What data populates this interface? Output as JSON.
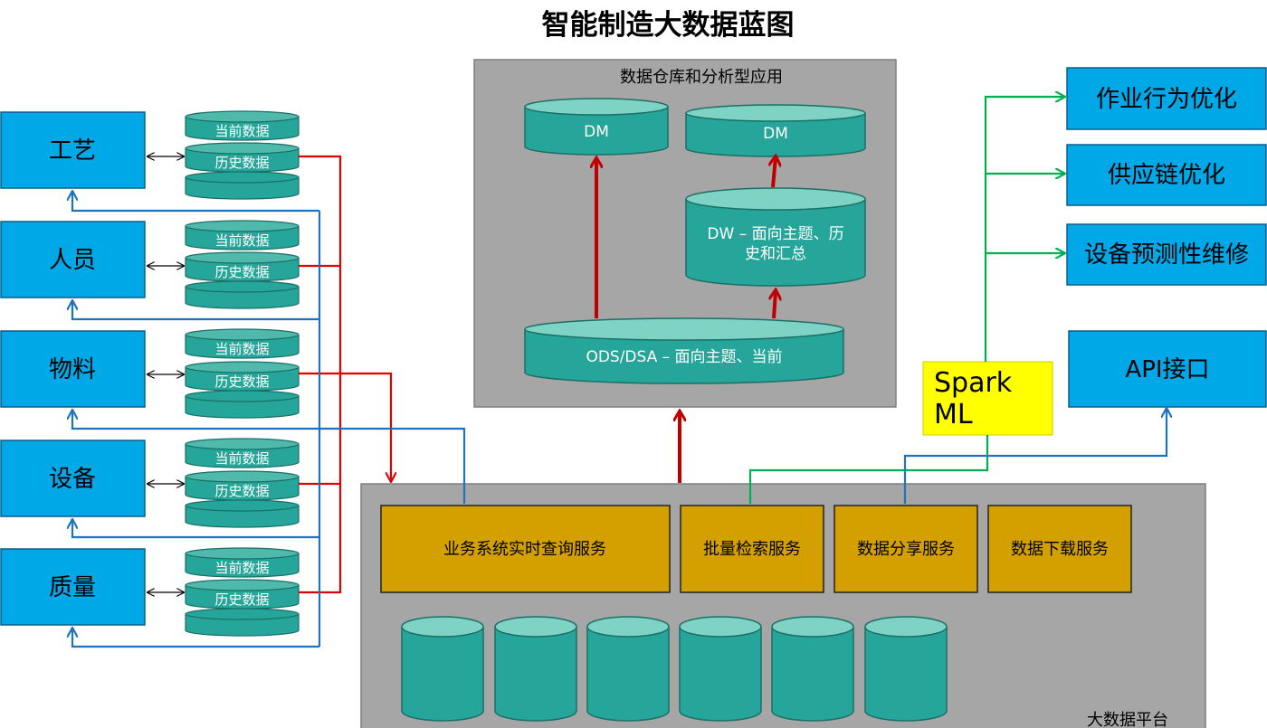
{
  "title": "智能制造大数据蓝图",
  "sources": [
    {
      "label": "工艺",
      "db_top": "当前数据",
      "db_mid": "历史数据"
    },
    {
      "label": "人员",
      "db_top": "当前数据",
      "db_mid": "历史数据"
    },
    {
      "label": "物料",
      "db_top": "当前数据",
      "db_mid": "历史数据"
    },
    {
      "label": "设备",
      "db_top": "当前数据",
      "db_mid": "历史数据"
    },
    {
      "label": "质量",
      "db_top": "当前数据",
      "db_mid": "历史数据"
    }
  ],
  "warehouse": {
    "title": "数据仓库和分析型应用",
    "dm1": "DM",
    "dm2": "DM",
    "dw_line1": "DW – 面向主题、历",
    "dw_line2": "史和汇总",
    "ods": "ODS/DSA – 面向主题、当前"
  },
  "platform": {
    "label": "大数据平台",
    "services": [
      "业务系统实时查询服务",
      "批量检索服务",
      "数据分享服务",
      "数据下载服务"
    ]
  },
  "spark": {
    "line1": "Spark",
    "line2": "ML"
  },
  "apps": [
    "作业行为优化",
    "供应链优化",
    "设备预测性维修"
  ],
  "api": "API接口",
  "colors": {
    "box_blue": "#00A8E8",
    "teal": "#26A69A",
    "teal_top": "#7FD3C5",
    "service_gold": "#D4A000",
    "panel_gray": "#A6A6A6",
    "spark_yellow": "#FFFF00",
    "arrow_red": "#E00000",
    "dark_red": "#C00000",
    "line_blue": "#1E73BE",
    "line_green": "#00B050"
  }
}
